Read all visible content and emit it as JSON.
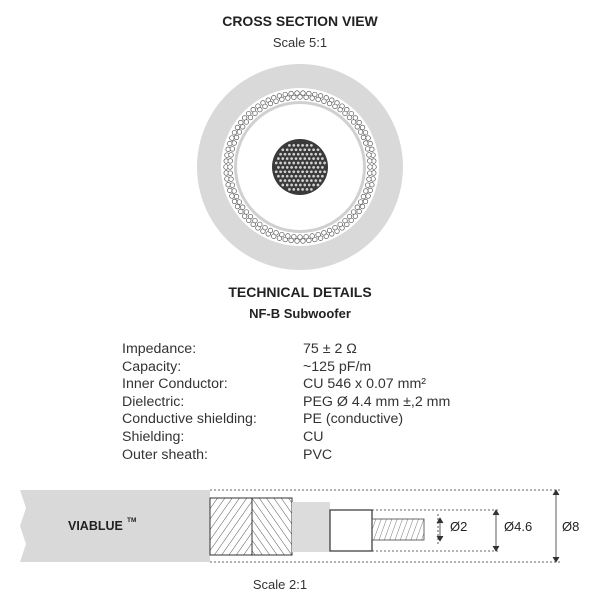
{
  "cross_section": {
    "title": "CROSS SECTION VIEW",
    "scale": "Scale 5:1"
  },
  "technical": {
    "title": "TECHNICAL DETAILS",
    "product": "NF-B Subwoofer",
    "specs": [
      {
        "label": "Impedance:",
        "value": "75 ± 2 Ω"
      },
      {
        "label": "Capacity:",
        "value": "~125 pF/m"
      },
      {
        "label": "Inner Conductor:",
        "value": "CU  546 x 0.07 mm²"
      },
      {
        "label": "Dielectric:",
        "value": "PEG Ø 4.4 mm ±,2 mm"
      },
      {
        "label": "Conductive shielding:",
        "value": "PE (conductive)"
      },
      {
        "label": "Shielding:",
        "value": "CU"
      },
      {
        "label": "Outer sheath:",
        "value": "PVC"
      }
    ]
  },
  "cable_drawing": {
    "brand": "VIABLUE",
    "trademark": "TM",
    "dim_inner": "Ø2",
    "dim_dielectric": "Ø4.6",
    "dim_outer": "Ø8",
    "scale": "Scale 2:1"
  },
  "colors": {
    "sheath": "#d9d9d9",
    "text": "#222222",
    "line": "#333333"
  }
}
